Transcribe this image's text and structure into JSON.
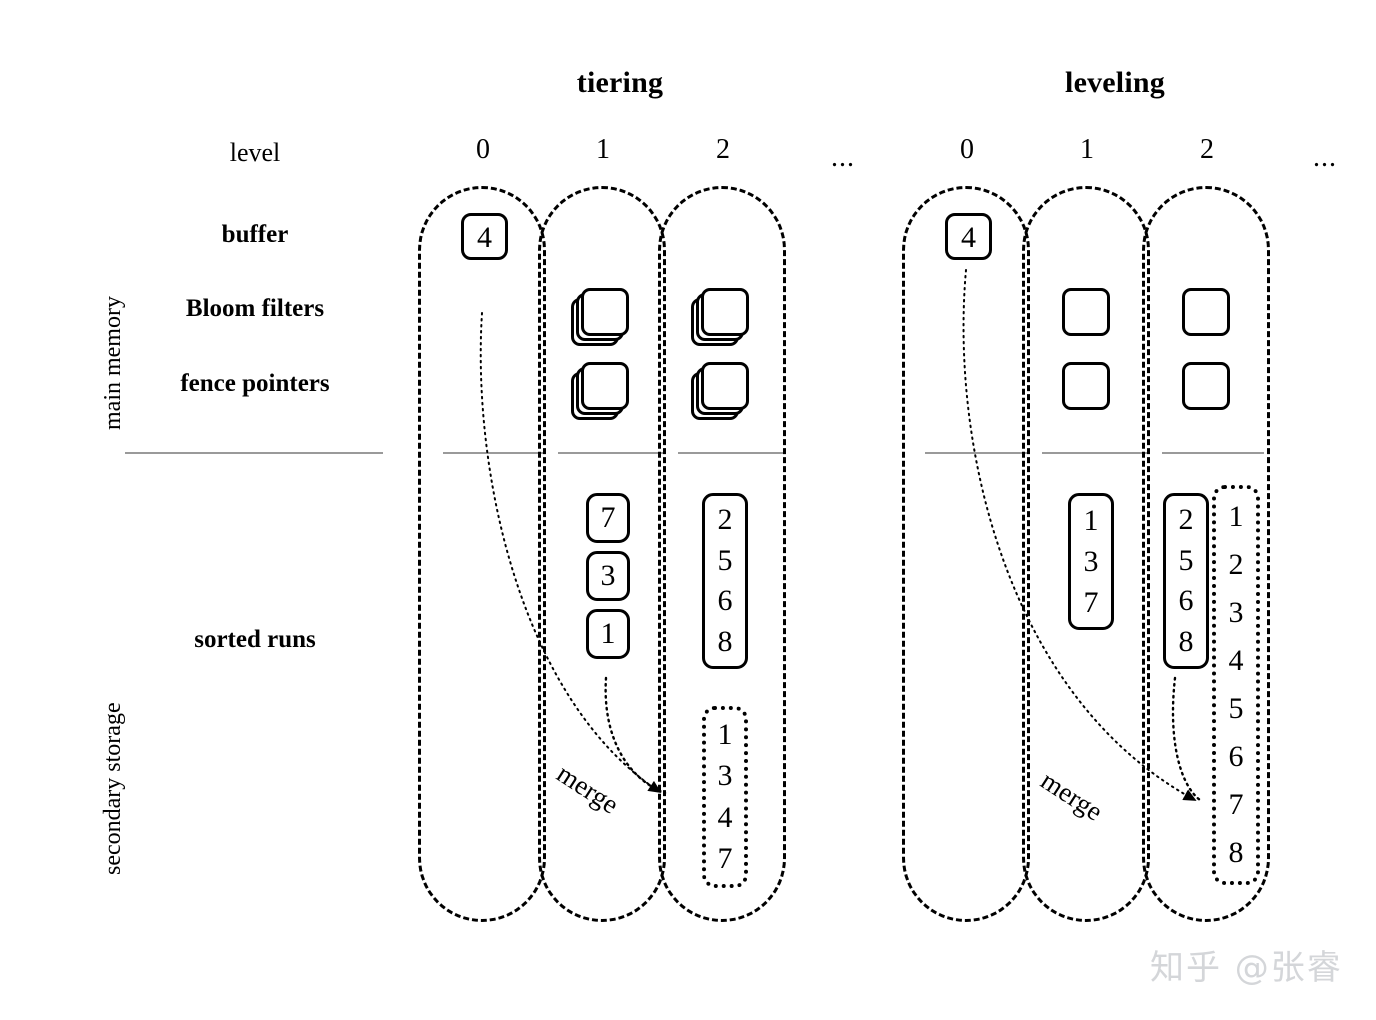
{
  "figure": {
    "title_tiering": "tiering",
    "title_leveling": "leveling",
    "level_word": "level",
    "ellipsis": "...",
    "merge_label": "merge"
  },
  "row_labels": {
    "buffer": "buffer",
    "bloom_filters": "Bloom filters",
    "fence_pointers": "fence pointers",
    "sorted_runs": "sorted runs"
  },
  "side_labels": {
    "main_memory": "main memory",
    "secondary_storage": "secondary storage"
  },
  "levels": {
    "l0": "0",
    "l1": "1",
    "l2": "2"
  },
  "tiering": {
    "buffer_value": "4",
    "level1": {
      "bloom_filter_count": 3,
      "fence_pointer_count": 3,
      "runs": [
        [
          "7"
        ],
        [
          "3"
        ],
        [
          "1"
        ]
      ]
    },
    "level2": {
      "bloom_filter_count": 3,
      "fence_pointer_count": 3,
      "runs": [
        [
          "2",
          "5",
          "6",
          "8"
        ]
      ],
      "merged_run": [
        "1",
        "3",
        "4",
        "7"
      ]
    }
  },
  "leveling": {
    "buffer_value": "4",
    "level1": {
      "bloom_filter_count": 1,
      "fence_pointer_count": 1,
      "runs": [
        [
          "1",
          "3",
          "7"
        ]
      ]
    },
    "level2": {
      "bloom_filter_count": 1,
      "fence_pointer_count": 1,
      "runs": [
        [
          "2",
          "5",
          "6",
          "8"
        ]
      ],
      "merged_run": [
        "1",
        "2",
        "3",
        "4",
        "5",
        "6",
        "7",
        "8"
      ]
    }
  },
  "watermark": {
    "text": "知乎 @张睿"
  },
  "colors": {
    "stroke": "#000000",
    "divider": "#9a9a9a",
    "watermark": "#d4d6d9",
    "background": "#ffffff"
  }
}
